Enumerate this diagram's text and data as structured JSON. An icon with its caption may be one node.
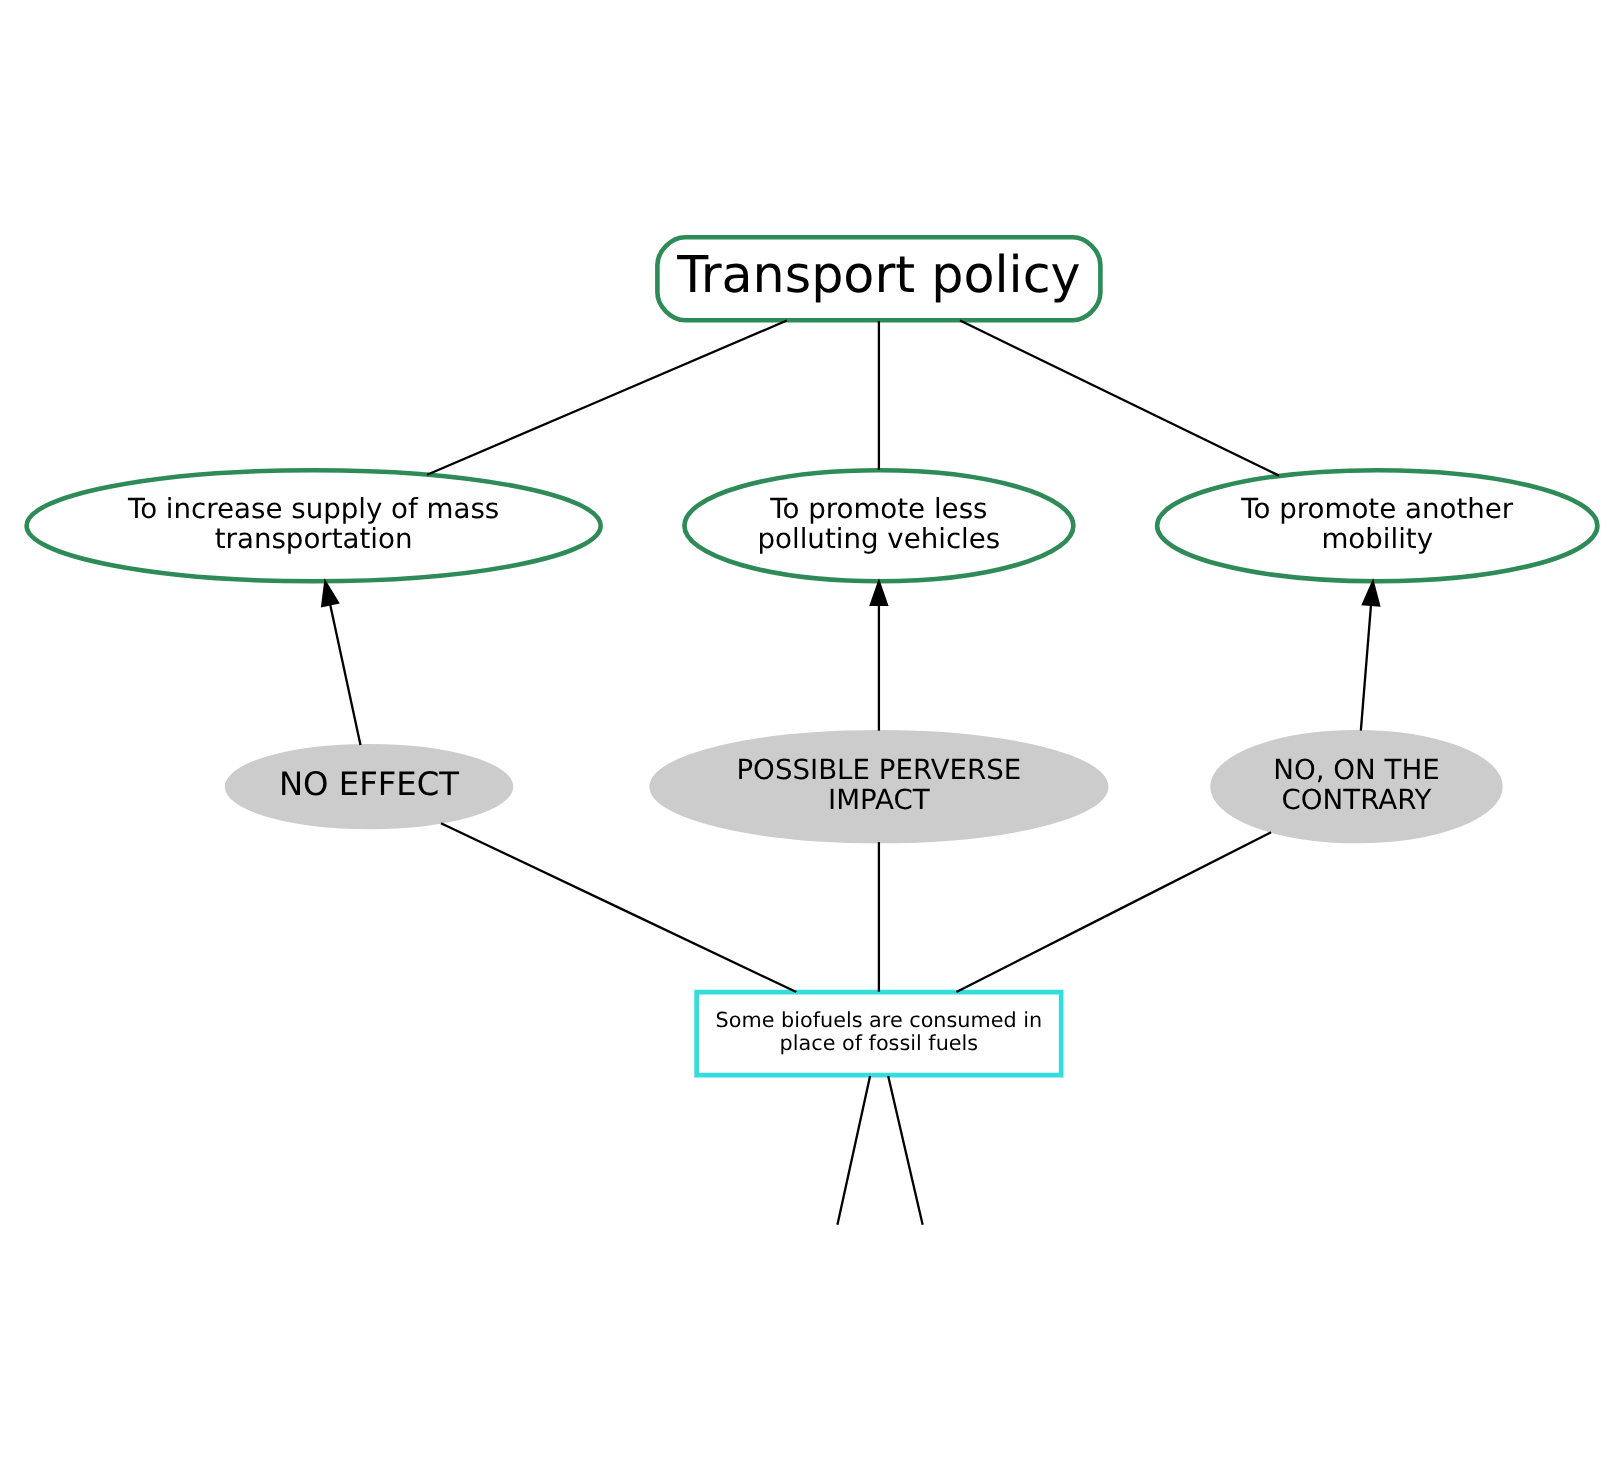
{
  "diagram": {
    "nodes": [
      {
        "text": [
          "Transport policy"
        ]
      },
      {
        "text": [
          "To increase supply of mass transportation"
        ]
      },
      {
        "text": [
          "To promote less polluting vehicles"
        ]
      },
      {
        "text": [
          "To promote another mobility"
        ]
      },
      {
        "text": [
          "NO EFFECT"
        ]
      },
      {
        "text": [
          "POSSIBLE PERVERSE IMPACT"
        ]
      },
      {
        "text": [
          "NO, ON THE CONTRARY"
        ]
      },
      {
        "text": [
          "Some biofuels are consumed in place of fossil fuels"
        ]
      }
    ],
    "edges": [
      {
        "from": 0,
        "to": 1,
        "arrow": "none"
      },
      {
        "from": 0,
        "to": 2,
        "arrow": "none"
      },
      {
        "from": 0,
        "to": 3,
        "arrow": "none"
      },
      {
        "from": 4,
        "to": 1,
        "arrow": "to"
      },
      {
        "from": 5,
        "to": 2,
        "arrow": "to"
      },
      {
        "from": 6,
        "to": 3,
        "arrow": "to"
      },
      {
        "from": 4,
        "to": 7,
        "arrow": "none"
      },
      {
        "from": 5,
        "to": 7,
        "arrow": "none"
      },
      {
        "from": 6,
        "to": 7,
        "arrow": "none"
      },
      {
        "from": 7,
        "to": null,
        "arrow": "none"
      },
      {
        "from": 7,
        "to": null,
        "arrow": "none"
      }
    ]
  }
}
